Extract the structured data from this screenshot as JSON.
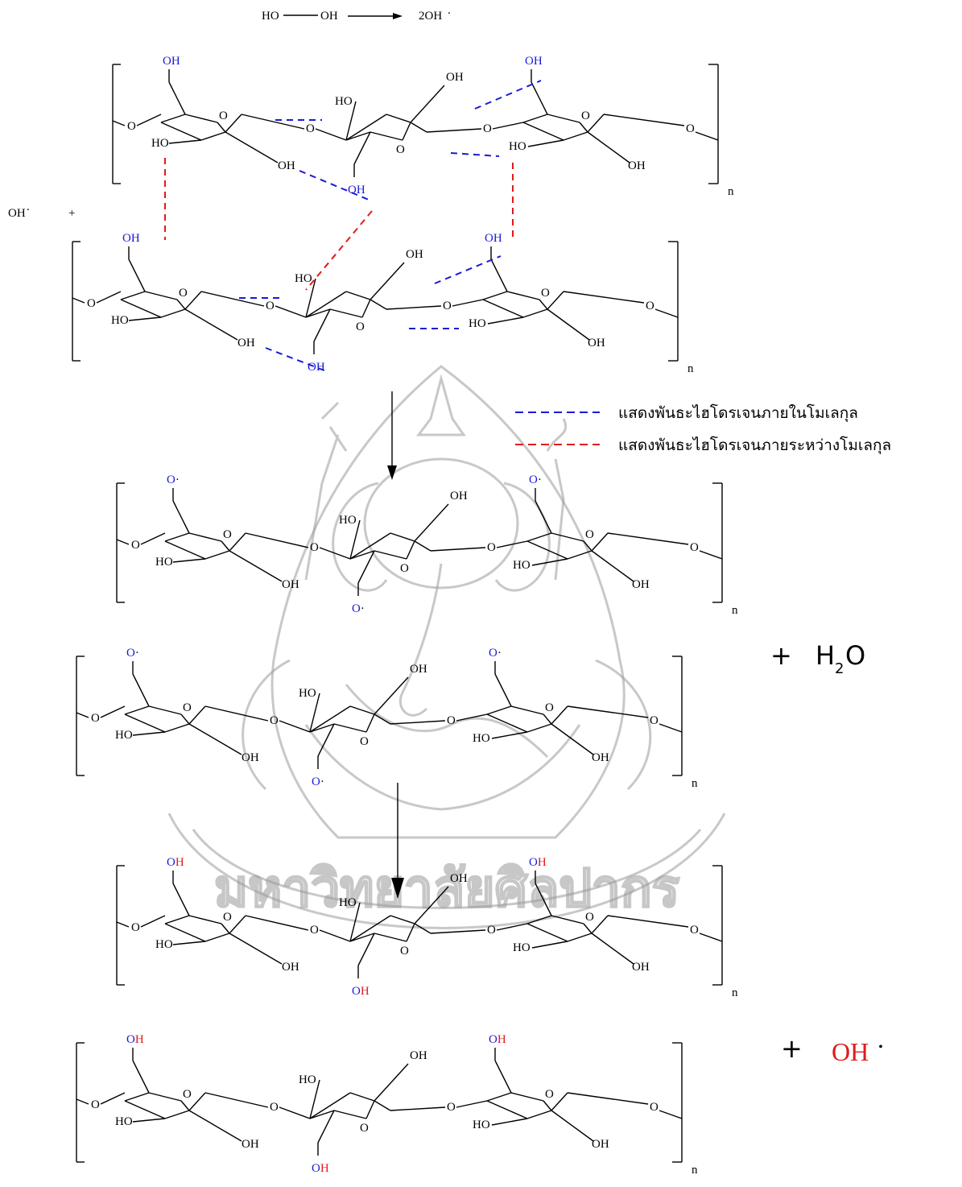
{
  "colors": {
    "bond": "#000000",
    "intramolecular_hbond": "#1a1ad6",
    "intermolecular_hbond": "#e01b1b",
    "oxygen_label": "#1a1ad6",
    "hydrogen_label_red": "#e01b1b",
    "watermark": "#9a9a9a"
  },
  "labels": {
    "HO": "HO",
    "OH": "OH",
    "O": "O",
    "H": "H",
    "n": "n"
  },
  "equation": {
    "reactant": "HO",
    "reactant2": "OH",
    "product": "2OH",
    "radical_dot": "."
  },
  "reactant_radical": {
    "label": "OH",
    "plus": "+"
  },
  "legend": {
    "intramolecular": "แสดงพันธะไฮโดรเจนภายในโมเลกุล",
    "intermolecular": "แสดงพันธะไฮโดรเจนภายระหว่างโมเลกุล"
  },
  "byproduct": {
    "plus": "+",
    "water_h": "H",
    "water_sub": "2",
    "water_o": "O"
  },
  "regenerated": {
    "plus": "+",
    "label": "OH",
    "radical_dot": "."
  },
  "watermark": {
    "icon": "ganesha-emblem-icon",
    "text": "มหาวิทยาลัยศิลปากร"
  }
}
